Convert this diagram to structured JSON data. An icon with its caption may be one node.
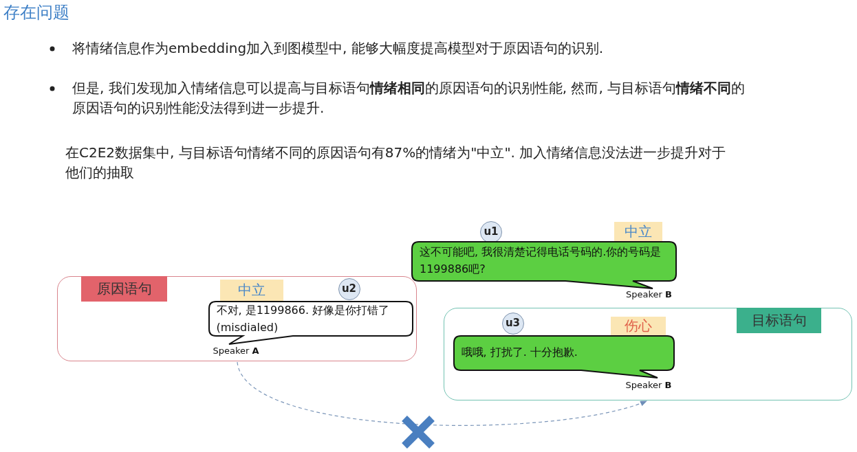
{
  "diagram": {
    "title": "存在问题",
    "nodes": [
      {
        "text": [
          "u1"
        ]
      },
      {
        "text": [
          "中立"
        ]
      },
      {
        "text": [
          "这不可能吧, 我很清楚记得电话号码的.你的号码是1199886吧?"
        ],
        "beside": [
          "Speaker **B**"
        ]
      },
      {
        "text": [
          "原因语句"
        ]
      },
      {
        "text": [
          "中立"
        ],
        "in": 3
      },
      {
        "text": [
          "u2"
        ],
        "in": 3
      },
      {
        "text": [
          "不对, 是1199866. 好像是你打错了(misdialed)"
        ],
        "beside": [
          "Speaker **A**"
        ],
        "in": 3
      },
      {
        "text": [
          "目标语句"
        ]
      },
      {
        "text": [
          "u3"
        ],
        "in": 7
      },
      {
        "text": [
          "伤心"
        ],
        "in": 7
      },
      {
        "text": [
          "哦哦, 打扰了. 十分抱歉."
        ],
        "beside": [
          "Speaker **B**"
        ],
        "in": 7
      }
    ],
    "edges": [
      {
        "from": 3,
        "to": 7,
        "arrow": "to",
        "style": "dashed"
      }
    ],
    "labels": [
      "将情绪信息作为embedding加入到图模型中, 能够大幅度提高模型对于原因语句的识别.",
      "但是, 我们发现加入情绪信息可以提高与目标语句**情绪相同**的原因语句的识别性能, 然而, 与目标语句**情绪不同**的原因语句的识别性能没法得到进一步提升.",
      "在C2E2数据集中, 与目标语句情绪不同的原因语句有87%的情绪为\"中立\". 加入情绪信息没法进一步提升对于他们的抽取"
    ]
  }
}
